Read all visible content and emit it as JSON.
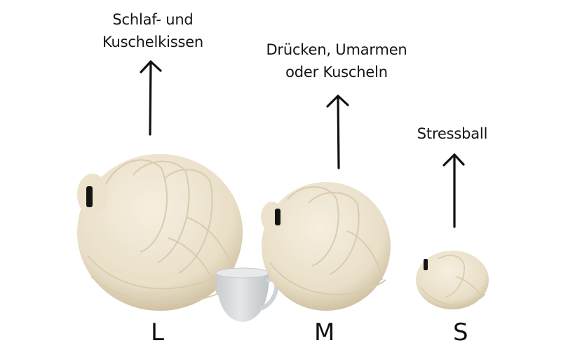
{
  "products": [
    {
      "size": "L",
      "caption_lines": [
        "Schlaf- und",
        "Kuschelkissen"
      ],
      "arrow": "arrow-up"
    },
    {
      "size": "M",
      "caption_lines": [
        "Drücken, Umarmen",
        "oder Kuscheln"
      ],
      "arrow": "arrow-up"
    },
    {
      "size": "S",
      "caption_lines": [
        "Stressball"
      ],
      "arrow": "arrow-up"
    }
  ],
  "reference_object": "coffee-cup",
  "colors": {
    "background": "#ffffff",
    "pillow": "#efe6d3",
    "pillow_shadow": "#cbbd9f",
    "cup": "#d9dcde",
    "text": "#141414",
    "tag": "#111111"
  }
}
